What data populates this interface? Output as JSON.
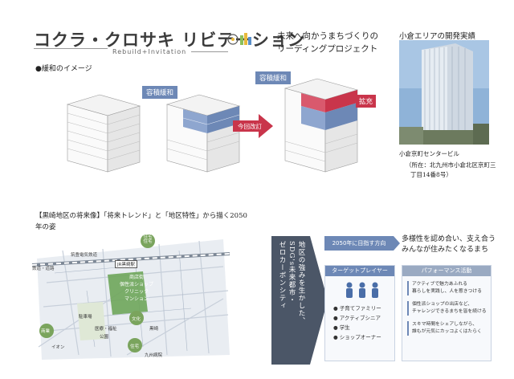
{
  "header": {
    "logo_text": "コクラ・クロサキ リビテーション",
    "logo_sub": "Rebuild+Invitation",
    "catch_line1": "未来へ向かうまちづくりの",
    "catch_line2": "リーディングプロジェクト",
    "achievement_title": "小倉エリアの開発実績"
  },
  "relaxation": {
    "title": "●緩和のイメージ",
    "tag1": "容積緩和",
    "tag2": "容積緩和",
    "arrow_label": "今回改訂",
    "expand": "拡充"
  },
  "photo": {
    "caption1": "小倉京町センタービル",
    "caption2": "（所在：北九州市小倉北区京町三",
    "caption3": "丁目14番8号）"
  },
  "future": {
    "title_line1": "【黒崎地区の将来像】「将来トレンド」と「地区特性」から描く2050",
    "title_line2": "年の姿"
  },
  "map": {
    "station": "JR黒崎駅",
    "rail_label": "筑豊電気鉄道",
    "line_label": "鉄道・道路",
    "top_bubble1": "住宅",
    "top_bubble2": "住宅",
    "center1": "商店街",
    "center2": "個性派ショップ",
    "center3": "クリニック",
    "center4": "マンション",
    "left1": "商業",
    "left2": "駐車場",
    "culture": "文化",
    "housing": "住宅",
    "misc1": "医療・福祉",
    "misc2": "公園",
    "misc3": "黒崎",
    "misc4": "イオン",
    "misc5": "九州病院"
  },
  "vertical": {
    "line1": "地区の強みを生かした、",
    "line2": "SDG's未来都市・",
    "line3": "ゼロカーボンシティ"
  },
  "goal": {
    "label": "2050年に目指す方向",
    "text1": "多様性を認め合い、支え合う",
    "text2": "みんなが住みたくなるまち"
  },
  "target": {
    "header": "ターゲットプレイヤー",
    "items": [
      "子育てファミリー",
      "アクティブシニア",
      "学生",
      "ショップオーナー"
    ]
  },
  "performance": {
    "header": "パフォーマンス活動",
    "items": [
      [
        "アクティブで魅力あふれる",
        "暮らしを実践し、人を惹きつける"
      ],
      [
        "個性派ショップの出店など、",
        "チャレンジできるまちを皆を続ける"
      ],
      [
        "スキマ時間をシェアしながら、",
        "誰もが元気にカッコよくはたらく"
      ]
    ]
  },
  "colors": {
    "blue": "#6d88b6",
    "red": "#c9354b",
    "dark": "#4b5667",
    "green": "#7aa45d"
  }
}
